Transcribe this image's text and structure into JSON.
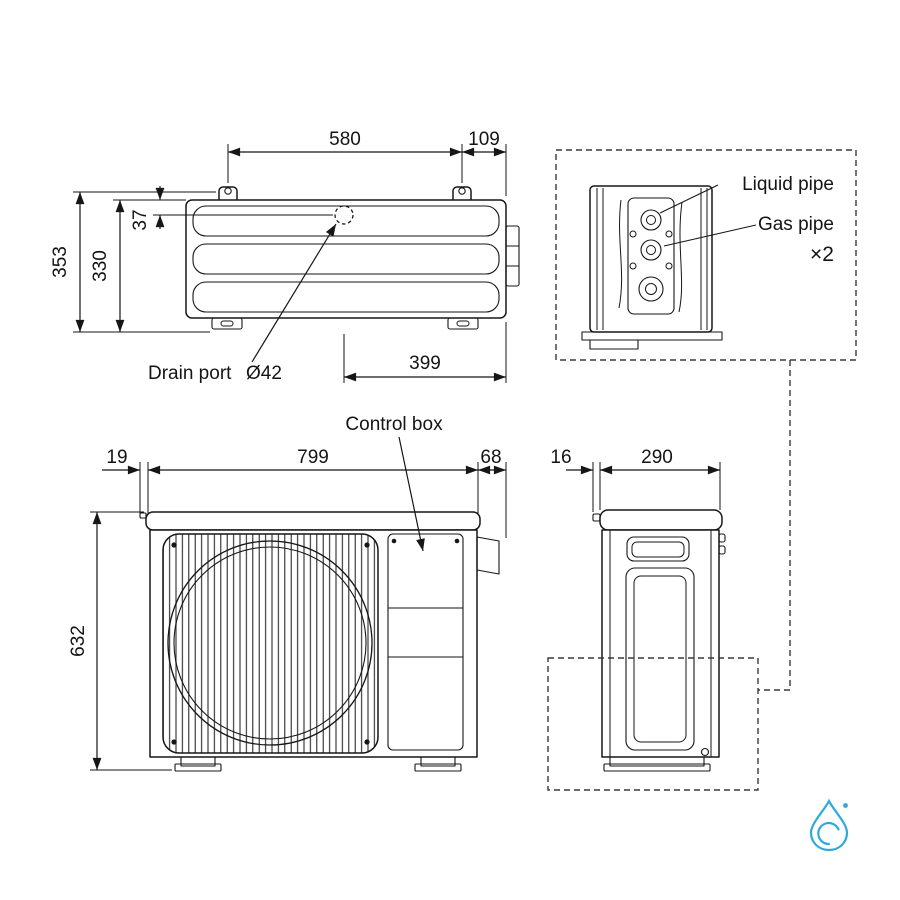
{
  "top_view": {
    "dim_580": "580",
    "dim_109": "109",
    "dim_353": "353",
    "dim_330": "330",
    "dim_37": "37",
    "dim_399": "399",
    "drain_port_text": "Drain port",
    "drain_diameter": "Ø42"
  },
  "pipe_detail": {
    "liquid_pipe": "Liquid pipe",
    "gas_pipe": "Gas pipe",
    "quantity": "×2"
  },
  "front_view": {
    "control_box": "Control box",
    "dim_19": "19",
    "dim_799": "799",
    "dim_68": "68",
    "dim_632": "632"
  },
  "side_view": {
    "dim_16": "16",
    "dim_290": "290"
  }
}
